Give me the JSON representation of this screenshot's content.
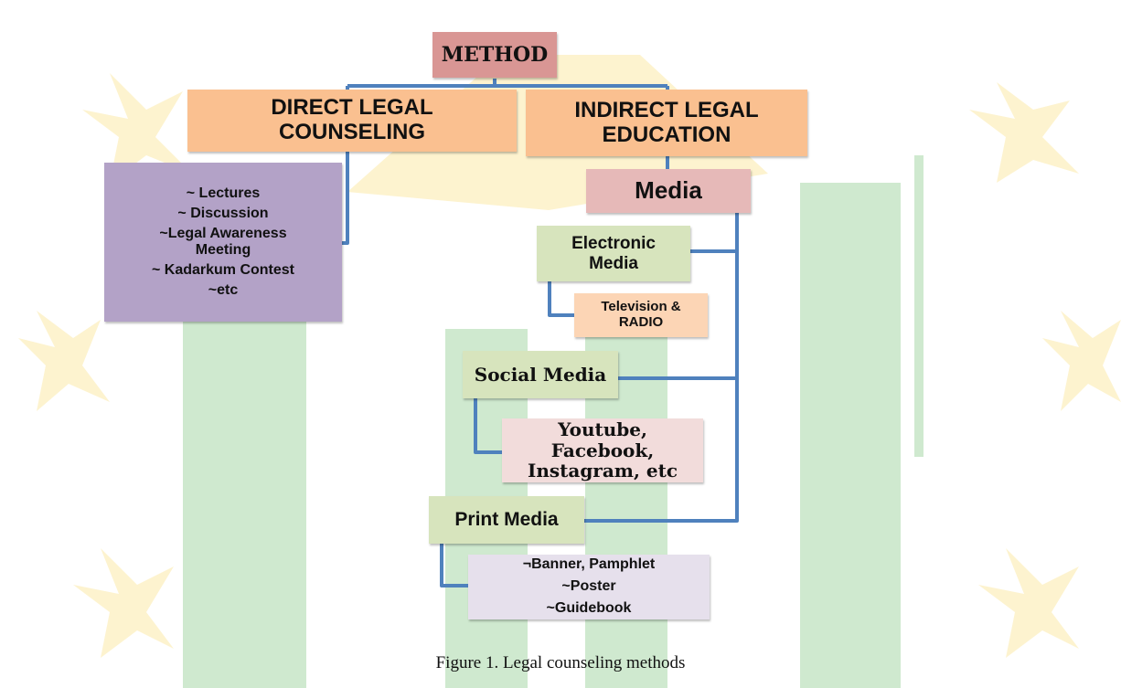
{
  "colors": {
    "method_fill": "#d99694",
    "category_fill": "#fac090",
    "lectures_fill": "#b3a2c7",
    "media_fill": "#e6b9b8",
    "green_fill": "#d7e4bd",
    "tv_fill": "#fcd5b5",
    "social_list_fill": "#f2dcdb",
    "print_list_fill": "#e6e0ec",
    "connector": "#4f81bd",
    "watermark_green": "#cfe9cf",
    "watermark_yellow": "#fdf3cf"
  },
  "diagram": {
    "method": "METHOD",
    "direct": [
      "DIRECT LEGAL",
      "COUNSELING"
    ],
    "indirect": [
      "INDIRECT LEGAL",
      "EDUCATION"
    ],
    "direct_items": [
      "~ Lectures",
      "~ Discussion",
      "~Legal Awareness",
      "Meeting",
      "~ Kadarkum Contest",
      "~etc"
    ],
    "media": "Media",
    "electronic": [
      "Electronic",
      "Media"
    ],
    "tv": [
      "Television &",
      "RADIO"
    ],
    "social": "Social Media",
    "social_items": [
      "Youtube,",
      "Facebook,",
      "Instagram, etc"
    ],
    "print": "Print Media",
    "print_items": [
      "¬Banner, Pamphlet",
      "~Poster",
      "~Guidebook"
    ]
  },
  "caption": "Figure 1. Legal counseling methods"
}
